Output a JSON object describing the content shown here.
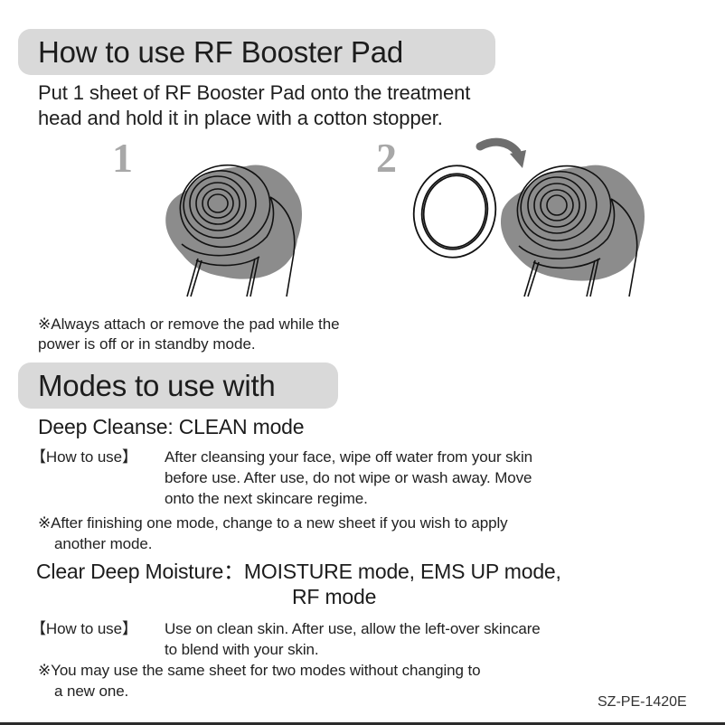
{
  "section1": {
    "title": "How to use RF Booster Pad",
    "intro_lines": [
      "Put 1 sheet of RF Booster Pad onto the treatment",
      "head and hold it in place with a cotton stopper."
    ],
    "steps": [
      {
        "number": "1",
        "illustration": "treatment-head-icon"
      },
      {
        "number": "2",
        "illustration": "cotton-stopper-ring-icon, arrow-icon, treatment-head-icon"
      }
    ],
    "note_lines": [
      "※Always attach or remove the pad while the",
      "power is off or in standby mode."
    ]
  },
  "section2": {
    "title": "Modes to use with",
    "modes": [
      {
        "heading_lines": [
          "Deep Cleanse: CLEAN mode"
        ],
        "how_to_label": "【How to use】",
        "how_to_lines": [
          "After cleansing your face, wipe off water from your skin",
          "before use. After use, do not wipe or wash away. Move",
          "onto the next skincare regime."
        ],
        "note_lines": [
          "※After finishing one mode, change to a new sheet if you wish to apply",
          "another mode."
        ]
      },
      {
        "heading_lines": [
          "Clear Deep Moisture：MOISTURE mode, EMS UP mode,",
          "RF mode"
        ],
        "how_to_label": "【How to use】",
        "how_to_lines": [
          "Use on clean skin. After use, allow the left-over skincare",
          "to blend with your skin."
        ],
        "note_lines": [
          "※You may use the same sheet for two modes without changing to",
          "a new one."
        ]
      }
    ]
  },
  "footer": {
    "model_code": "SZ-PE-1420E"
  },
  "colors": {
    "pill_bg": "#d9d9d9",
    "text": "#1e1e1e",
    "step_number": "#a8a8a8",
    "illustration_fill": "#8c8c8c",
    "arrow": "#6e6e6e"
  }
}
